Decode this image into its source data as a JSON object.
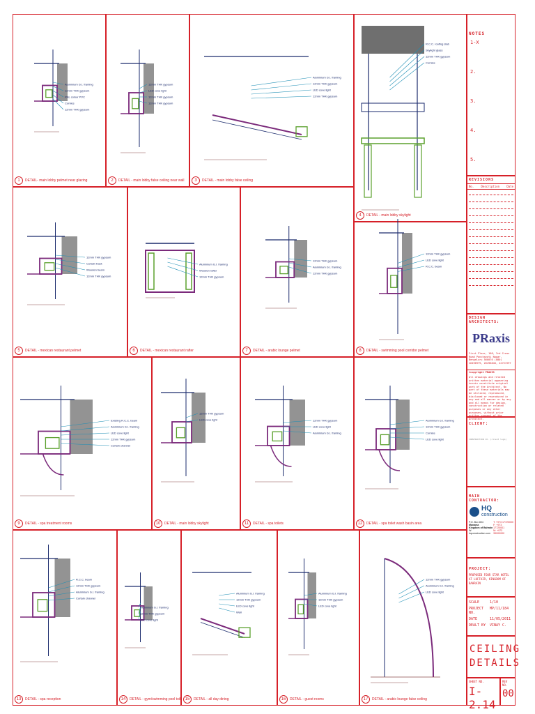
{
  "details": [
    {
      "num": "1",
      "title": "DETAIL- main lobby pelmet near glazing",
      "labels": [
        "Aluminium G.I. framing",
        "12mm THK gypsum",
        "RAL colour PVC",
        "Cornice",
        "12mm THK gypsum"
      ]
    },
    {
      "num": "2",
      "title": "DETAIL - main lobby false ceiling near wall",
      "labels": [
        "12mm THK gypsum",
        "LED cove light",
        "12mm THK gypsum",
        "12mm THK gypsum"
      ]
    },
    {
      "num": "3",
      "title": "DETAIL - main lobby false ceiling",
      "labels": [
        "Aluminium G.I. framing",
        "12mm THK gypsum",
        "LED cove light",
        "12mm THK gypsum"
      ]
    },
    {
      "num": "4",
      "title": "DETAIL - main lobby skylight",
      "labels": [
        "R.C.C. roofing slab",
        "Skylight glass",
        "12mm THK gypsum",
        "Cornice"
      ]
    },
    {
      "num": "5",
      "title": "DETAIL - mexican restaurant pelmet",
      "labels": [
        "12mm THK gypsum",
        "Curtain track",
        "Wooden beam",
        "12mm THK gypsum"
      ]
    },
    {
      "num": "6",
      "title": "DETAIL - mexican restaurant rafter",
      "labels": [
        "Aluminium G.I. framing",
        "Wooden rafter",
        "12mm THK gypsum"
      ]
    },
    {
      "num": "7",
      "title": "DETAIL - arabic lounge pelmet",
      "labels": [
        "12mm THK gypsum",
        "Aluminium G.I. framing",
        "12mm THK gypsum"
      ]
    },
    {
      "num": "8",
      "title": "DETAIL - swimming pool corridor pelmet",
      "labels": [
        "12mm THK gypsum",
        "LED cove light",
        "R.C.C. beam"
      ]
    },
    {
      "num": "9",
      "title": "DETAIL - spa treatment rooms",
      "labels": [
        "Existing R.C.C. beam",
        "Aluminium G.I. framing",
        "LED cove light",
        "12mm THK gypsum",
        "Curtain channel"
      ]
    },
    {
      "num": "10",
      "title": "DETAIL - main lobby skylight",
      "labels": [
        "12mm THK gypsum",
        "LED cove light"
      ]
    },
    {
      "num": "11",
      "title": "DETAIL - spa toilets",
      "labels": [
        "12mm THK gypsum",
        "LED cove light",
        "Aluminium G.I. framing"
      ]
    },
    {
      "num": "12",
      "title": "DETAIL - spa toilet wash basin area",
      "labels": [
        "Aluminium G.I. framing",
        "12mm THK gypsum",
        "Cornice",
        "LED cove light"
      ]
    },
    {
      "num": "13",
      "title": "DETAIL - spa reception",
      "labels": [
        "R.C.C. beam",
        "12mm THK gypsum",
        "Aluminium G.I. framing",
        "Curtain channel"
      ]
    },
    {
      "num": "14",
      "title": "DETAIL - gym/swimming pool toilet",
      "labels": [
        "Aluminium G.I. framing",
        "12mm THK gypsum",
        "LED cove light"
      ]
    },
    {
      "num": "15",
      "title": "DETAIL - all day dining",
      "labels": [
        "Aluminium G.I. framing",
        "12mm THK gypsum",
        "LED cove light",
        "Wall"
      ]
    },
    {
      "num": "16",
      "title": "DETAIL - guest rooms",
      "labels": [
        "Aluminium G.I. framing",
        "12mm THK gypsum",
        "LED cove light"
      ]
    },
    {
      "num": "17",
      "title": "DETAIL - arabic lounge false ceiling",
      "labels": [
        "12mm THK gypsum",
        "Aluminium G.I. framing",
        "LED cove light"
      ]
    }
  ],
  "titleblock": {
    "notes_label": "NOTES",
    "notes": [
      "1-X",
      "2.",
      "3.",
      "4.",
      "5."
    ],
    "revisions_label": "REVISIONS",
    "rev_cols": [
      "No.",
      "Description",
      "Date"
    ],
    "design_label": "DESIGN ARCHITECTS:",
    "design_logo": "PRaxis",
    "design_address": "First Floor, 108, 3rd Cross Road Panchavati Nagar, Bengaluru 560076 (080) 26496979, 26496840, 42727297",
    "copyright_head": "©copyright PRAXIS",
    "copyright": "All drawings and related written material appearing herein constitute original work of the Architect. No part of these materials may be utilized, reproduced, disclosed or reproduced in any and all manner or by any and all means for design, construction or related purposes or any other purposes, without prior written consent of the Architect.",
    "client_label": "CLIENT:",
    "client_text": "CONSTRUCTION CO. (client logo)",
    "contractor_label": "MAIN CONTRACTOR:",
    "contractor_logo_line1": "HQ",
    "contractor_logo_line2": "construction",
    "contractor_address": [
      "P.O. Box 804",
      "Manama",
      "Kingdom of Bahrain",
      "W: hqconstruction.com"
    ],
    "contractor_phones": [
      "T: +973 17720000",
      "F: +973 17720001",
      "M: +973 39000000"
    ],
    "project_label": "PROJECT:",
    "project": "PROPOSED FOUR STAR HOTEL AT LUFFAIR, KINGDOM OF BAHRAIN",
    "scale_label": "SCALE",
    "scale": "1/10",
    "projno_label": "PROJECT NO.",
    "projno": "MP/11/184",
    "date_label": "DATE",
    "date": "11/05/2011",
    "dealt_label": "DEALT BY",
    "dealt": "VINAY C.",
    "drawing_title_1": "CEILING",
    "drawing_title_2": "DETAILS",
    "sheet_label": "SHEET NO.",
    "sheet_no": "I-2.14",
    "rev_label": "REV NO.",
    "rev_no": "00"
  },
  "colors": {
    "border": "#d62028",
    "frame": "#1a2a6c",
    "purple": "#7b2a7b",
    "green": "#5aa02c",
    "leader": "#1f8fb5",
    "hatch": "#6f6f6f",
    "dim": "#8a4a4a"
  }
}
